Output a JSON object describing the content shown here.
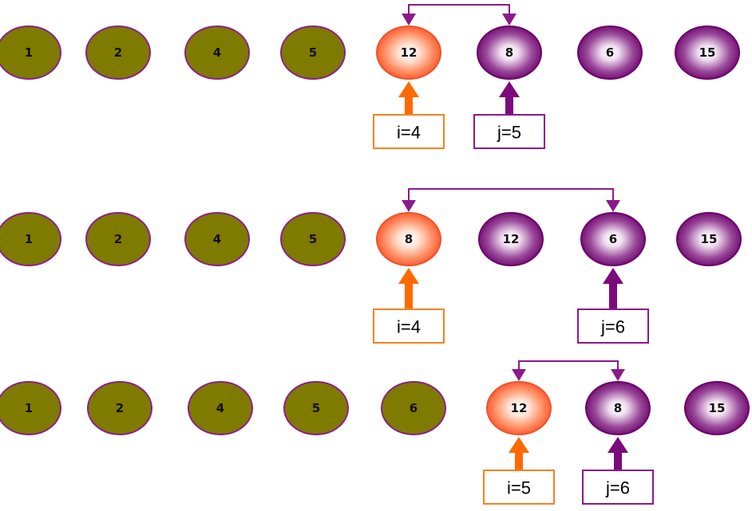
{
  "colors": {
    "sorted_fill": "#7f7a00",
    "sorted_edge": "#8a1f8a",
    "i_color": "#ff6a00",
    "j_color": "#7b0a7b",
    "swap_line": "#8b1a8b",
    "box_j_border": "#8b1a8b",
    "box_i_border": "#f58220",
    "text_dark": "#111111",
    "text_light": "#ffffff"
  },
  "rows": [
    {
      "nodes": [
        {
          "value": "1",
          "state": "sorted"
        },
        {
          "value": "2",
          "state": "sorted"
        },
        {
          "value": "4",
          "state": "sorted"
        },
        {
          "value": "5",
          "state": "sorted"
        },
        {
          "value": "12",
          "state": "i"
        },
        {
          "value": "8",
          "state": "j"
        },
        {
          "value": "6",
          "state": "unsorted"
        },
        {
          "value": "15",
          "state": "unsorted"
        }
      ],
      "i_label": "i=4",
      "j_label": "j=5"
    },
    {
      "nodes": [
        {
          "value": "1",
          "state": "sorted"
        },
        {
          "value": "2",
          "state": "sorted"
        },
        {
          "value": "4",
          "state": "sorted"
        },
        {
          "value": "5",
          "state": "sorted"
        },
        {
          "value": "8",
          "state": "i"
        },
        {
          "value": "12",
          "state": "unsorted"
        },
        {
          "value": "6",
          "state": "j"
        },
        {
          "value": "15",
          "state": "unsorted"
        }
      ],
      "i_label": "i=4",
      "j_label": "j=6"
    },
    {
      "nodes": [
        {
          "value": "1",
          "state": "sorted"
        },
        {
          "value": "2",
          "state": "sorted"
        },
        {
          "value": "4",
          "state": "sorted"
        },
        {
          "value": "5",
          "state": "sorted"
        },
        {
          "value": "6",
          "state": "sorted"
        },
        {
          "value": "12",
          "state": "i"
        },
        {
          "value": "8",
          "state": "j"
        },
        {
          "value": "15",
          "state": "unsorted"
        }
      ],
      "i_label": "i=5",
      "j_label": "j=6"
    }
  ]
}
